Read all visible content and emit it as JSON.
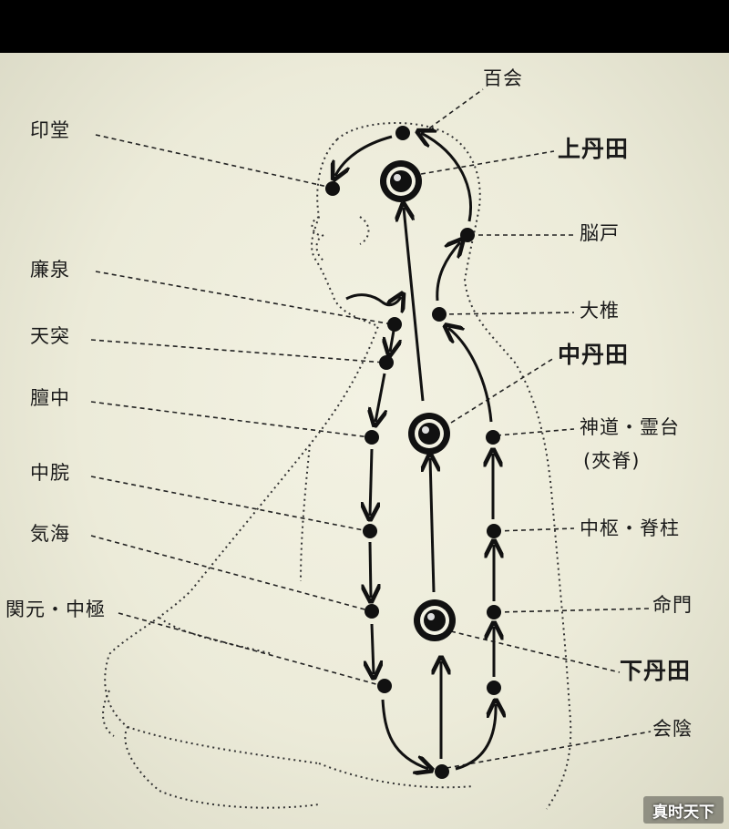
{
  "labels": {
    "baihui": "百会",
    "yintang": "印堂",
    "upper_dantian": "上丹田",
    "naohu": "脳戸",
    "lianquan": "廉泉",
    "dazhui": "大椎",
    "tiantu": "天突",
    "middle_dantian": "中丹田",
    "danzhong": "膻中",
    "shendao_lingtai": "神道・霊台",
    "jiaji": "(夾脊)",
    "zhongwan": "中脘",
    "zhongshu_jizhu": "中枢・脊柱",
    "qihai": "気海",
    "mingmen": "命門",
    "guanyuan_zhongji": "関元・中極",
    "lower_dantian": "下丹田",
    "huiyin": "会陰"
  },
  "watermark": "真时天下",
  "colors": {
    "ink": "#1a1a1a",
    "paper": "#efeedd"
  }
}
